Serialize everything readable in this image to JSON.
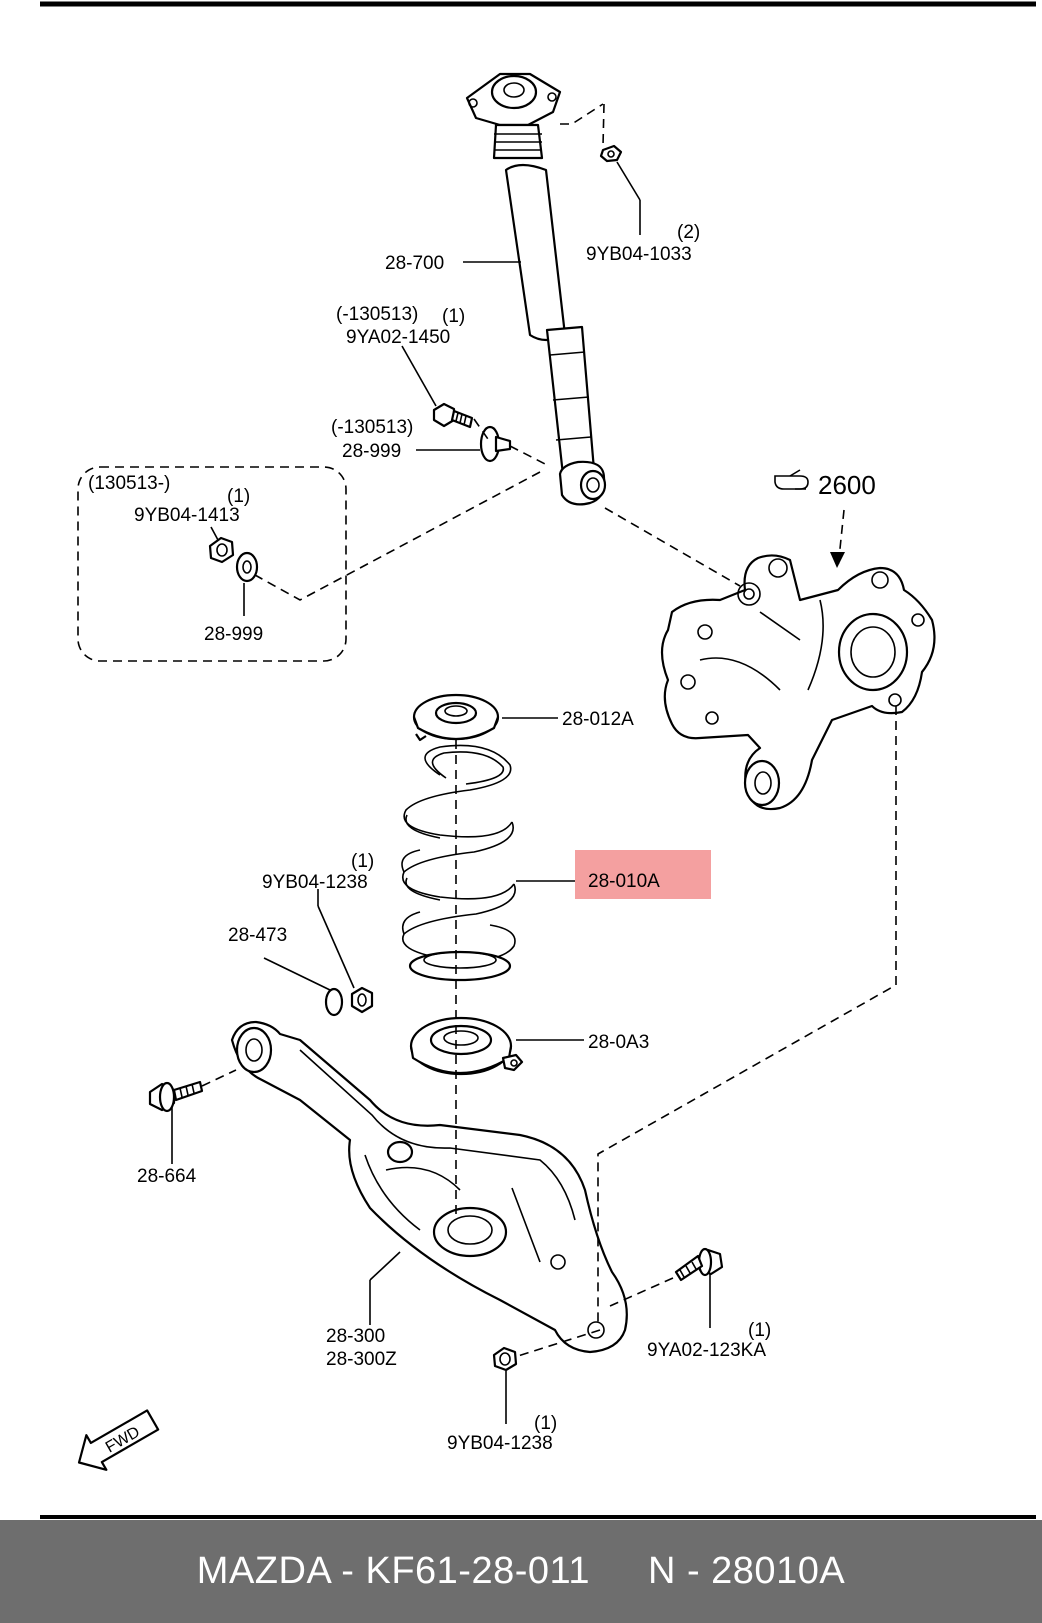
{
  "callouts": {
    "c_28_700": "28-700",
    "c_9yb04_1033": "9YB04-1033",
    "q_2": "(2)",
    "c_neg130513_a": "(-130513)",
    "q_1_a": "(1)",
    "c_9ya02_1450": "9YA02-1450",
    "c_neg130513_b": "(-130513)",
    "c_28_999_a": "28-999",
    "c_130513": "(130513-)",
    "q_1_b": "(1)",
    "c_9yb04_1413": "9YB04-1413",
    "c_28_999_b": "28-999",
    "c_2600": "2600",
    "c_28_012a": "28-012A",
    "q_1_c": "(1)",
    "c_9yb04_1238_a": "9YB04-1238",
    "c_28_010a": "28-010A",
    "c_28_473": "28-473",
    "c_28_0a3": "28-0A3",
    "c_28_664": "28-664",
    "c_28_300": "28-300",
    "c_28_300z": "28-300Z",
    "q_1_d": "(1)",
    "c_9ya02_123ka": "9YA02-123KA",
    "q_1_e": "(1)",
    "c_9yb04_1238_b": "9YB04-1238",
    "fwd": "FWD"
  },
  "highlight_color": "#f4a0a0",
  "footer": {
    "brand_part": "MAZDA - KF61-28-011",
    "alt_part": "N - 28010A"
  }
}
